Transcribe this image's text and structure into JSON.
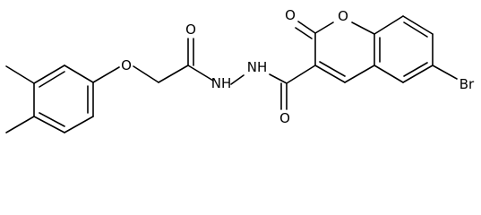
{
  "molecule": {
    "atom_labels": {
      "o_ether": "O",
      "o_amide1": "O",
      "n_h1": "NH",
      "n_h2": "NH",
      "o_amide2": "O",
      "o_ring": "O",
      "o_lactone": "O",
      "br": "Br"
    }
  }
}
